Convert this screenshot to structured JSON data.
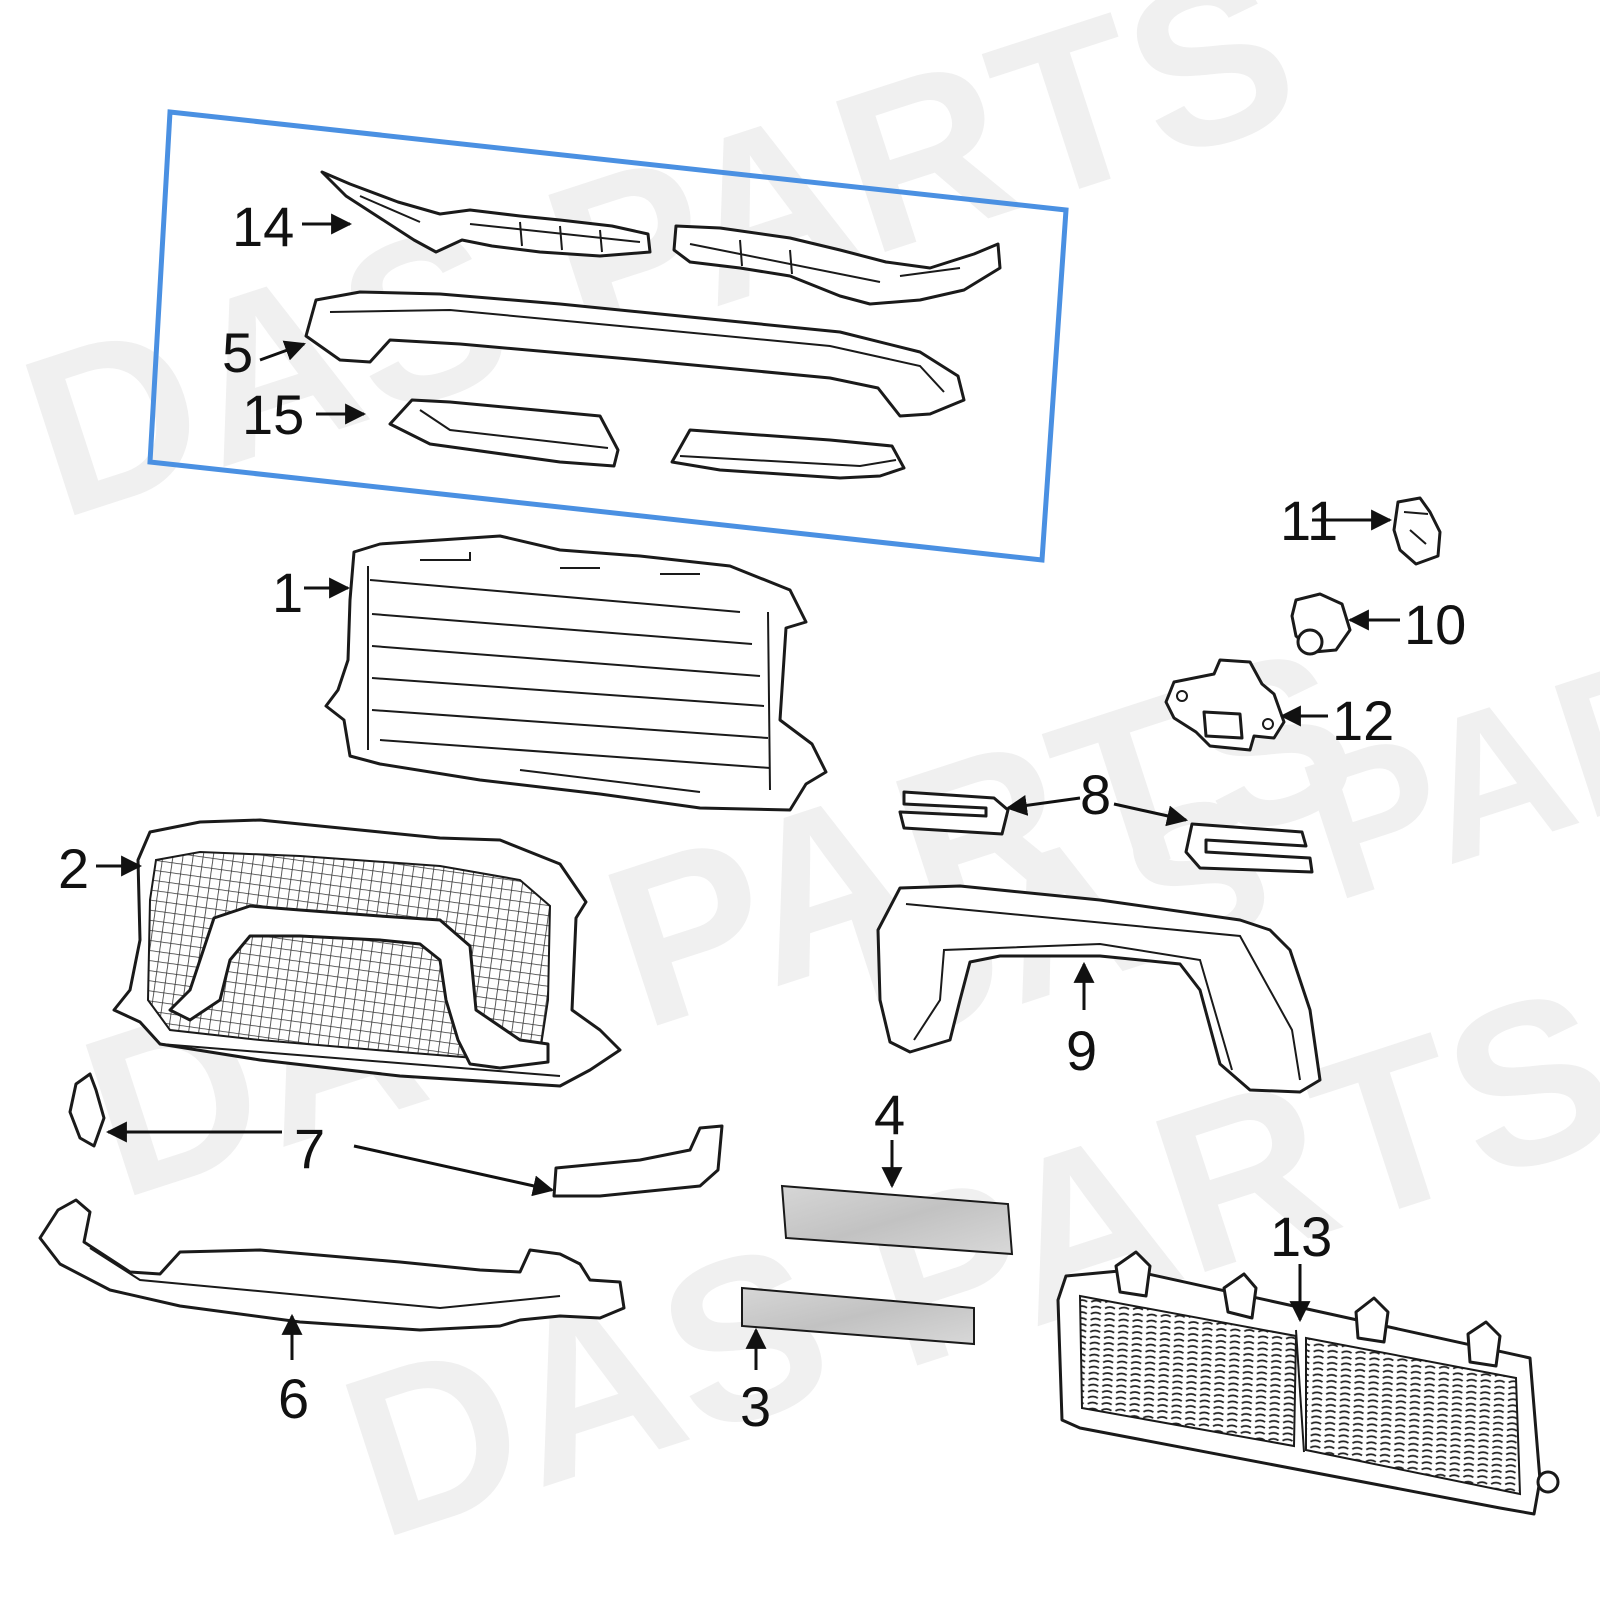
{
  "watermark": {
    "text": "DAS PARTS",
    "color": "#f0f0f0"
  },
  "highlight_box": {
    "color": "#4a90e2"
  },
  "callouts": [
    {
      "id": "1",
      "label": "1"
    },
    {
      "id": "2",
      "label": "2"
    },
    {
      "id": "3",
      "label": "3"
    },
    {
      "id": "4",
      "label": "4"
    },
    {
      "id": "5",
      "label": "5"
    },
    {
      "id": "6",
      "label": "6"
    },
    {
      "id": "7",
      "label": "7"
    },
    {
      "id": "8",
      "label": "8"
    },
    {
      "id": "9",
      "label": "9"
    },
    {
      "id": "10",
      "label": "10"
    },
    {
      "id": "11",
      "label": "11"
    },
    {
      "id": "12",
      "label": "12"
    },
    {
      "id": "13",
      "label": "13"
    },
    {
      "id": "14",
      "label": "14"
    },
    {
      "id": "15",
      "label": "15"
    }
  ]
}
